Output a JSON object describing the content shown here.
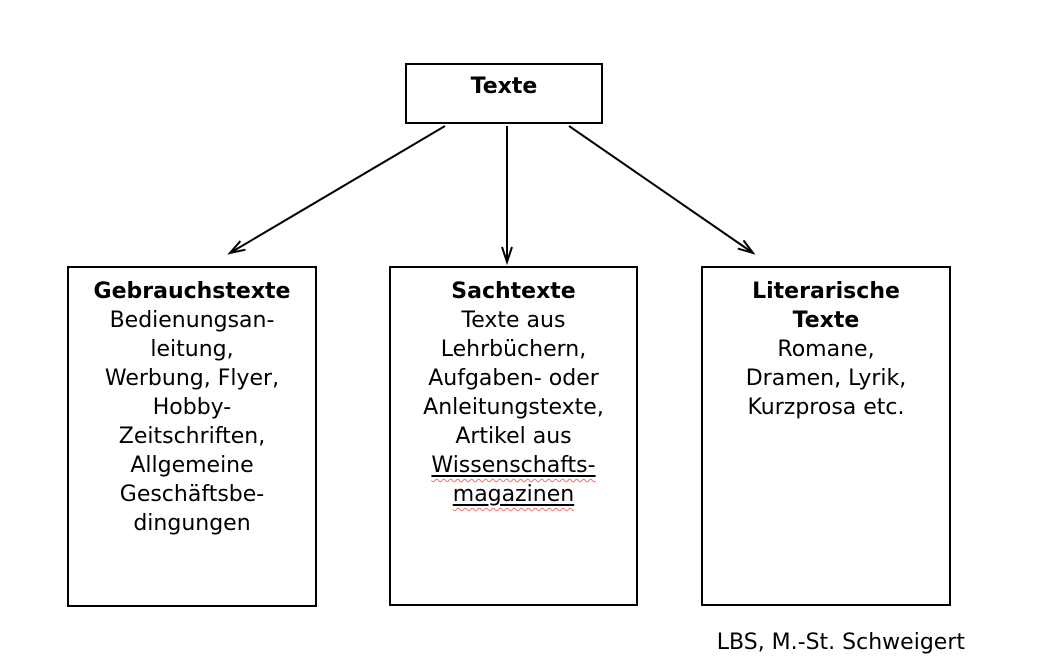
{
  "root_box": {
    "label": "Texte"
  },
  "left_box": {
    "title": "Gebrauchstexte",
    "lines": [
      "Bedienungsan-",
      "leitung,",
      "Werbung, Flyer,",
      "Hobby-",
      "Zeitschriften,",
      "Allgemeine",
      "Geschäftsbe-",
      "dingungen"
    ]
  },
  "middle_box": {
    "title": "Sachtexte",
    "lines": [
      "Texte aus",
      "Lehrbüchern,",
      "Aufgaben- oder",
      "Anleitungstexte,",
      "Artikel aus"
    ],
    "underlined": [
      "Wissenschafts-",
      "magazinen"
    ]
  },
  "right_box": {
    "title_lines": [
      "Literarische",
      "Texte"
    ],
    "lines": [
      "Romane,",
      "Dramen, Lyrik,",
      "Kurzprosa etc."
    ]
  },
  "attribution": "LBS, M.-St. Schweigert",
  "colors": {
    "line": "#000000",
    "background": "#ffffff",
    "spellcheck_underline": "#f26c6c"
  }
}
